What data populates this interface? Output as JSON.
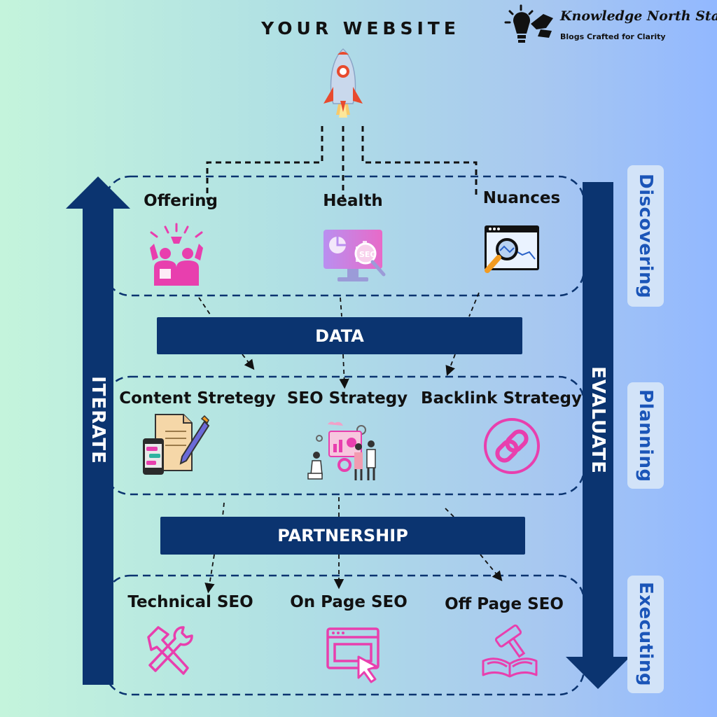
{
  "header": {
    "title": "YOUR WEBSITE"
  },
  "brand": {
    "name": "Knowledge North Star",
    "tagline": "Blogs Crafted for Clarity"
  },
  "discovering": {
    "items": [
      {
        "label": "Offering",
        "icon": "people-group-icon"
      },
      {
        "label": "Health",
        "icon": "seo-monitor-icon"
      },
      {
        "label": "Nuances",
        "icon": "magnifier-screen-icon"
      }
    ]
  },
  "band_data": {
    "label": "DATA"
  },
  "planning": {
    "items": [
      {
        "label": "Content Stretegy",
        "icon": "document-pen-icon"
      },
      {
        "label": "SEO Strategy",
        "icon": "team-analytics-icon"
      },
      {
        "label": "Backlink Strategy",
        "icon": "chain-link-icon"
      }
    ]
  },
  "band_partnership": {
    "label": "PARTNERSHIP"
  },
  "executing": {
    "items": [
      {
        "label": "Technical SEO",
        "icon": "hammer-wrench-icon"
      },
      {
        "label": "On Page SEO",
        "icon": "browser-cursor-icon"
      },
      {
        "label": "Off Page SEO",
        "icon": "gavel-book-icon"
      }
    ]
  },
  "sides": {
    "left": "ITERATE",
    "right": "EVALUATE"
  },
  "phases": {
    "top": "Discovering",
    "middle": "Planning",
    "bottom": "Executing"
  },
  "colors": {
    "navy": "#0b3470",
    "pink": "#e83fae",
    "phase_text": "#1b55b8",
    "phase_pill": "#d2e3f8"
  }
}
